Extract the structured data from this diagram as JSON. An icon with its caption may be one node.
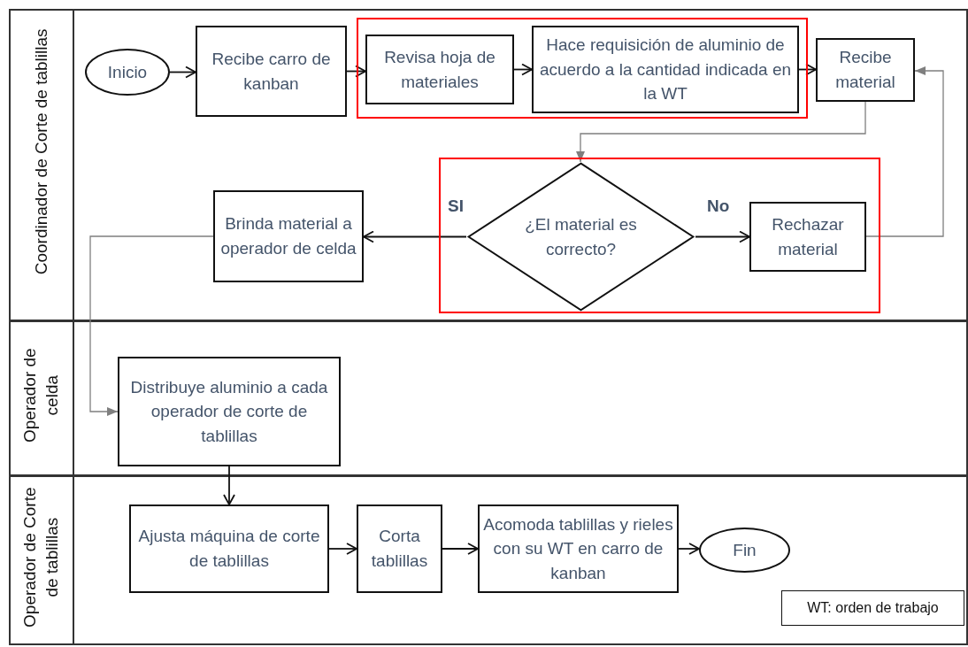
{
  "diagram": {
    "nodes": [
      {
        "text": [
          "Coordinador de Corte de tablillas"
        ]
      },
      {
        "text": [
          "Operador de celda"
        ]
      },
      {
        "text": [
          "Operador de Corte de tablillas"
        ]
      },
      {
        "text": [],
        "shape": "box",
        "in": 0
      },
      {
        "text": [
          "Inicio"
        ],
        "in": 0
      },
      {
        "text": [
          "Recibe carro de kanban"
        ],
        "in": 0
      },
      {
        "text": [
          "Revisa hoja de materiales"
        ],
        "in": 3
      },
      {
        "text": [
          "Hace requisición de aluminio de acuerdo a la cantidad indicada en la WT"
        ],
        "in": 3
      },
      {
        "text": [
          "Recibe material"
        ],
        "in": 0
      },
      {
        "text": [],
        "shape": "box",
        "in": 0
      },
      {
        "text": [
          "¿El material es correcto?"
        ],
        "in": 9
      },
      {
        "text": [
          "Rechazar material"
        ],
        "in": 9
      },
      {
        "text": [
          "Brinda material a operador de celda"
        ],
        "in": 0
      },
      {
        "text": [
          "Distribuye aluminio a cada operador de corte de tablillas"
        ],
        "in": 1
      },
      {
        "text": [
          "Ajusta máquina de corte de tablillas"
        ],
        "in": 2
      },
      {
        "text": [
          "Corta tablillas"
        ],
        "in": 2
      },
      {
        "text": [
          "Acomoda tablillas y rieles con su WT en carro de kanban"
        ],
        "in": 2
      },
      {
        "text": [
          "Fin"
        ],
        "in": 2
      },
      {
        "text": [
          "WT: orden de trabajo"
        ],
        "in": 2
      }
    ],
    "edges": [
      {
        "from": 4,
        "to": 5,
        "arrow": "to"
      },
      {
        "from": 5,
        "to": 6,
        "arrow": "to"
      },
      {
        "from": 6,
        "to": 7,
        "arrow": "to"
      },
      {
        "from": 7,
        "to": 8,
        "arrow": "to"
      },
      {
        "from": 8,
        "to": 10,
        "arrow": "to",
        "color": "#7f7f7f"
      },
      {
        "from": 10,
        "to": 12,
        "arrow": "to",
        "label": "SI"
      },
      {
        "from": 10,
        "to": 11,
        "arrow": "to",
        "label": "No"
      },
      {
        "from": 11,
        "to": 8,
        "arrow": "to",
        "color": "#7f7f7f"
      },
      {
        "from": 12,
        "to": 13,
        "arrow": "to",
        "color": "#7f7f7f"
      },
      {
        "from": 13,
        "to": 14,
        "arrow": "to"
      },
      {
        "from": 14,
        "to": 15,
        "arrow": "to"
      },
      {
        "from": 15,
        "to": 16,
        "arrow": "to"
      },
      {
        "from": 16,
        "to": 17,
        "arrow": "to"
      }
    ]
  }
}
